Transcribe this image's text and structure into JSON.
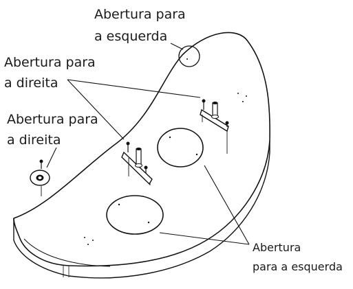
{
  "labels": {
    "top_left_opening": [
      "Abertura para",
      "a esquerda"
    ],
    "upper_right_opening": [
      "Abertura para",
      "a direita"
    ],
    "side_right_opening": [
      "Abertura para",
      "a direita"
    ],
    "bottom_left_openings": [
      "Abertura",
      "para a esquerda"
    ]
  },
  "colors": {
    "line": "#111111",
    "background": "#ffffff"
  }
}
